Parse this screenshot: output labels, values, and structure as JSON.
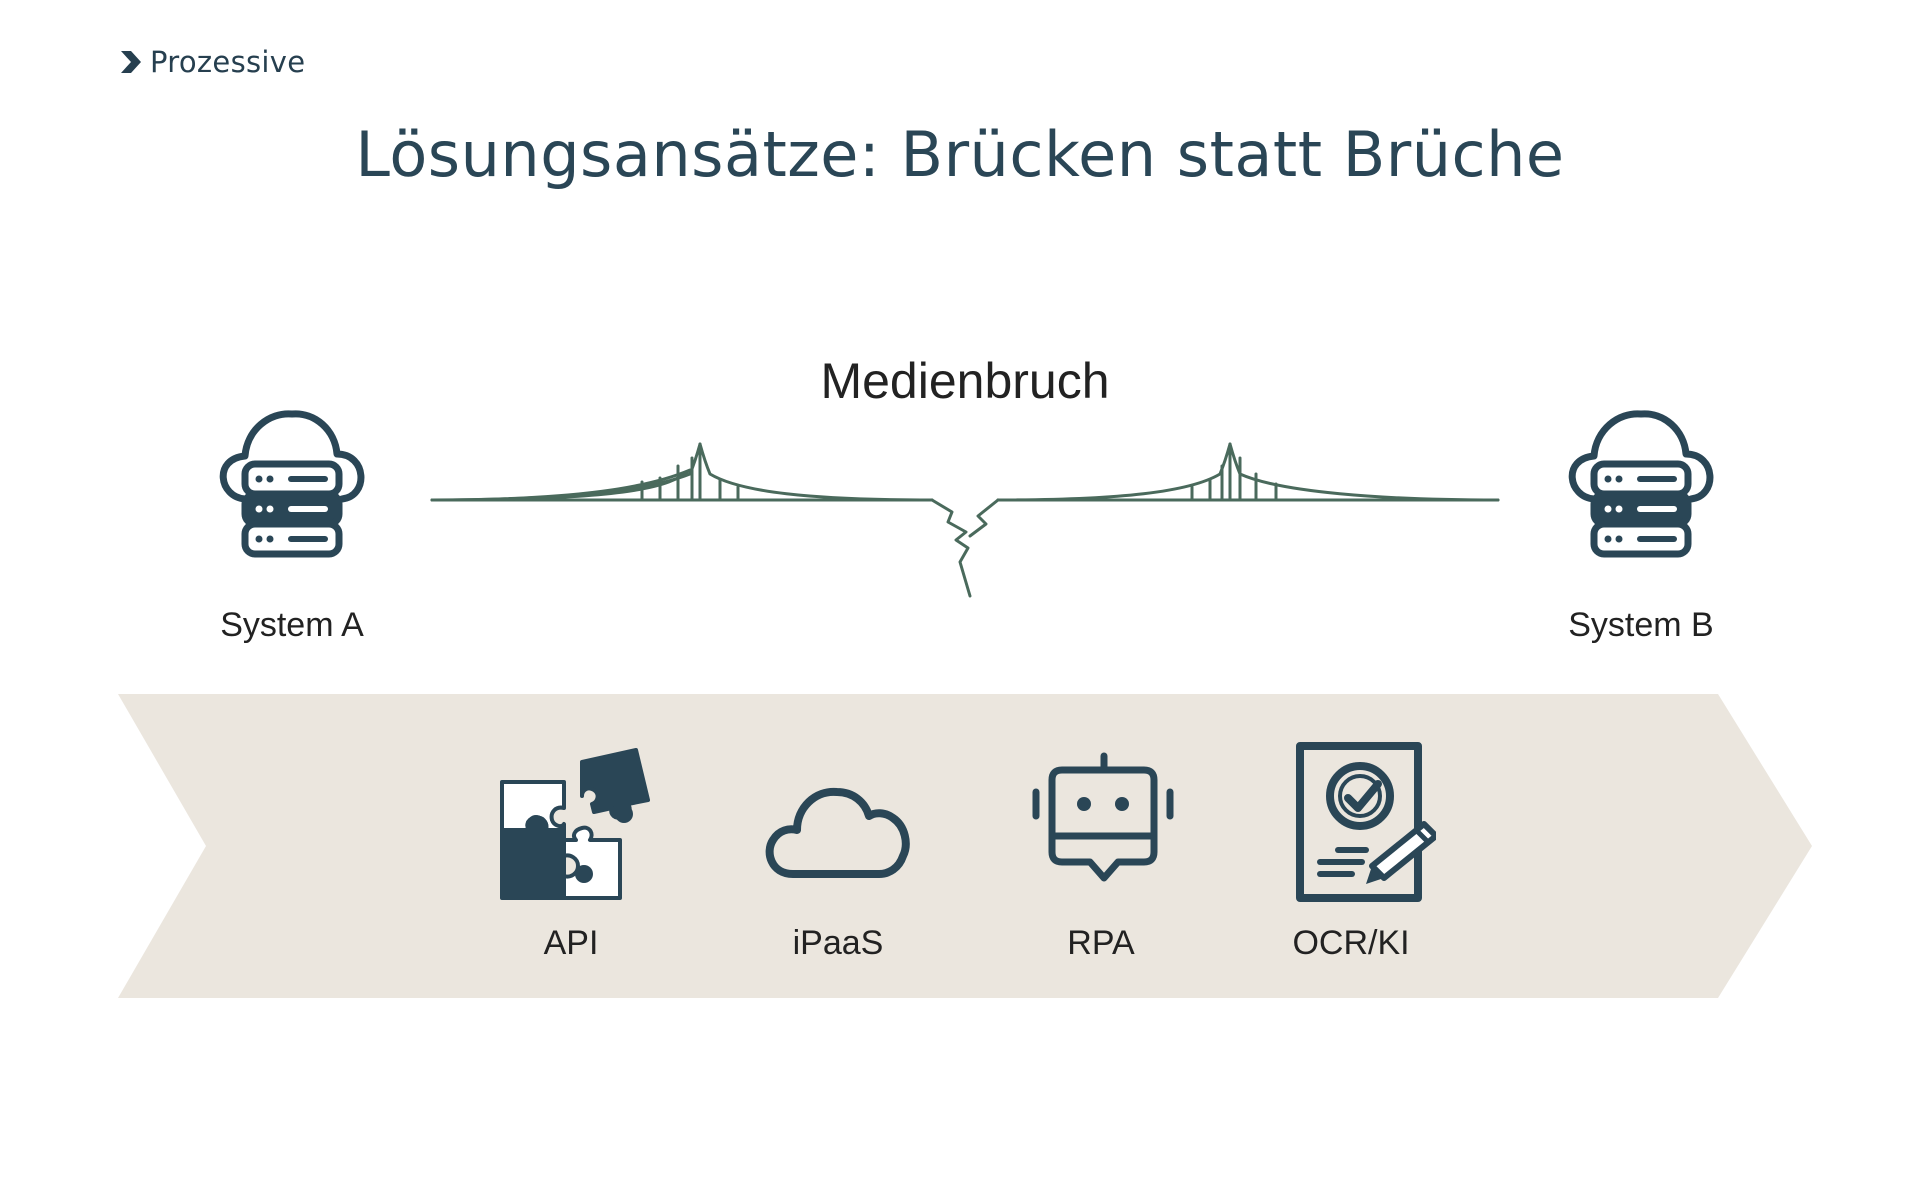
{
  "logo": {
    "text": "Prozessive",
    "icon": "chevron-right-icon"
  },
  "title": "Lösungsansätze: Brücken statt Brüche",
  "diagram": {
    "break_label": "Medienbruch",
    "bridge_icon": "broken-bridge-icon",
    "systems": [
      {
        "label": "System A",
        "icon": "cloud-server-icon"
      },
      {
        "label": "System B",
        "icon": "cloud-server-icon"
      }
    ],
    "tools": [
      {
        "label": "API",
        "icon": "puzzle-icon"
      },
      {
        "label": "iPaaS",
        "icon": "cloud-icon"
      },
      {
        "label": "RPA",
        "icon": "robot-icon"
      },
      {
        "label": "OCR/KI",
        "icon": "document-check-icon"
      }
    ]
  },
  "colors": {
    "primary": "#2a4656",
    "bridge": "#4a6a5c",
    "band": "#ebe6de",
    "text": "#222222"
  }
}
